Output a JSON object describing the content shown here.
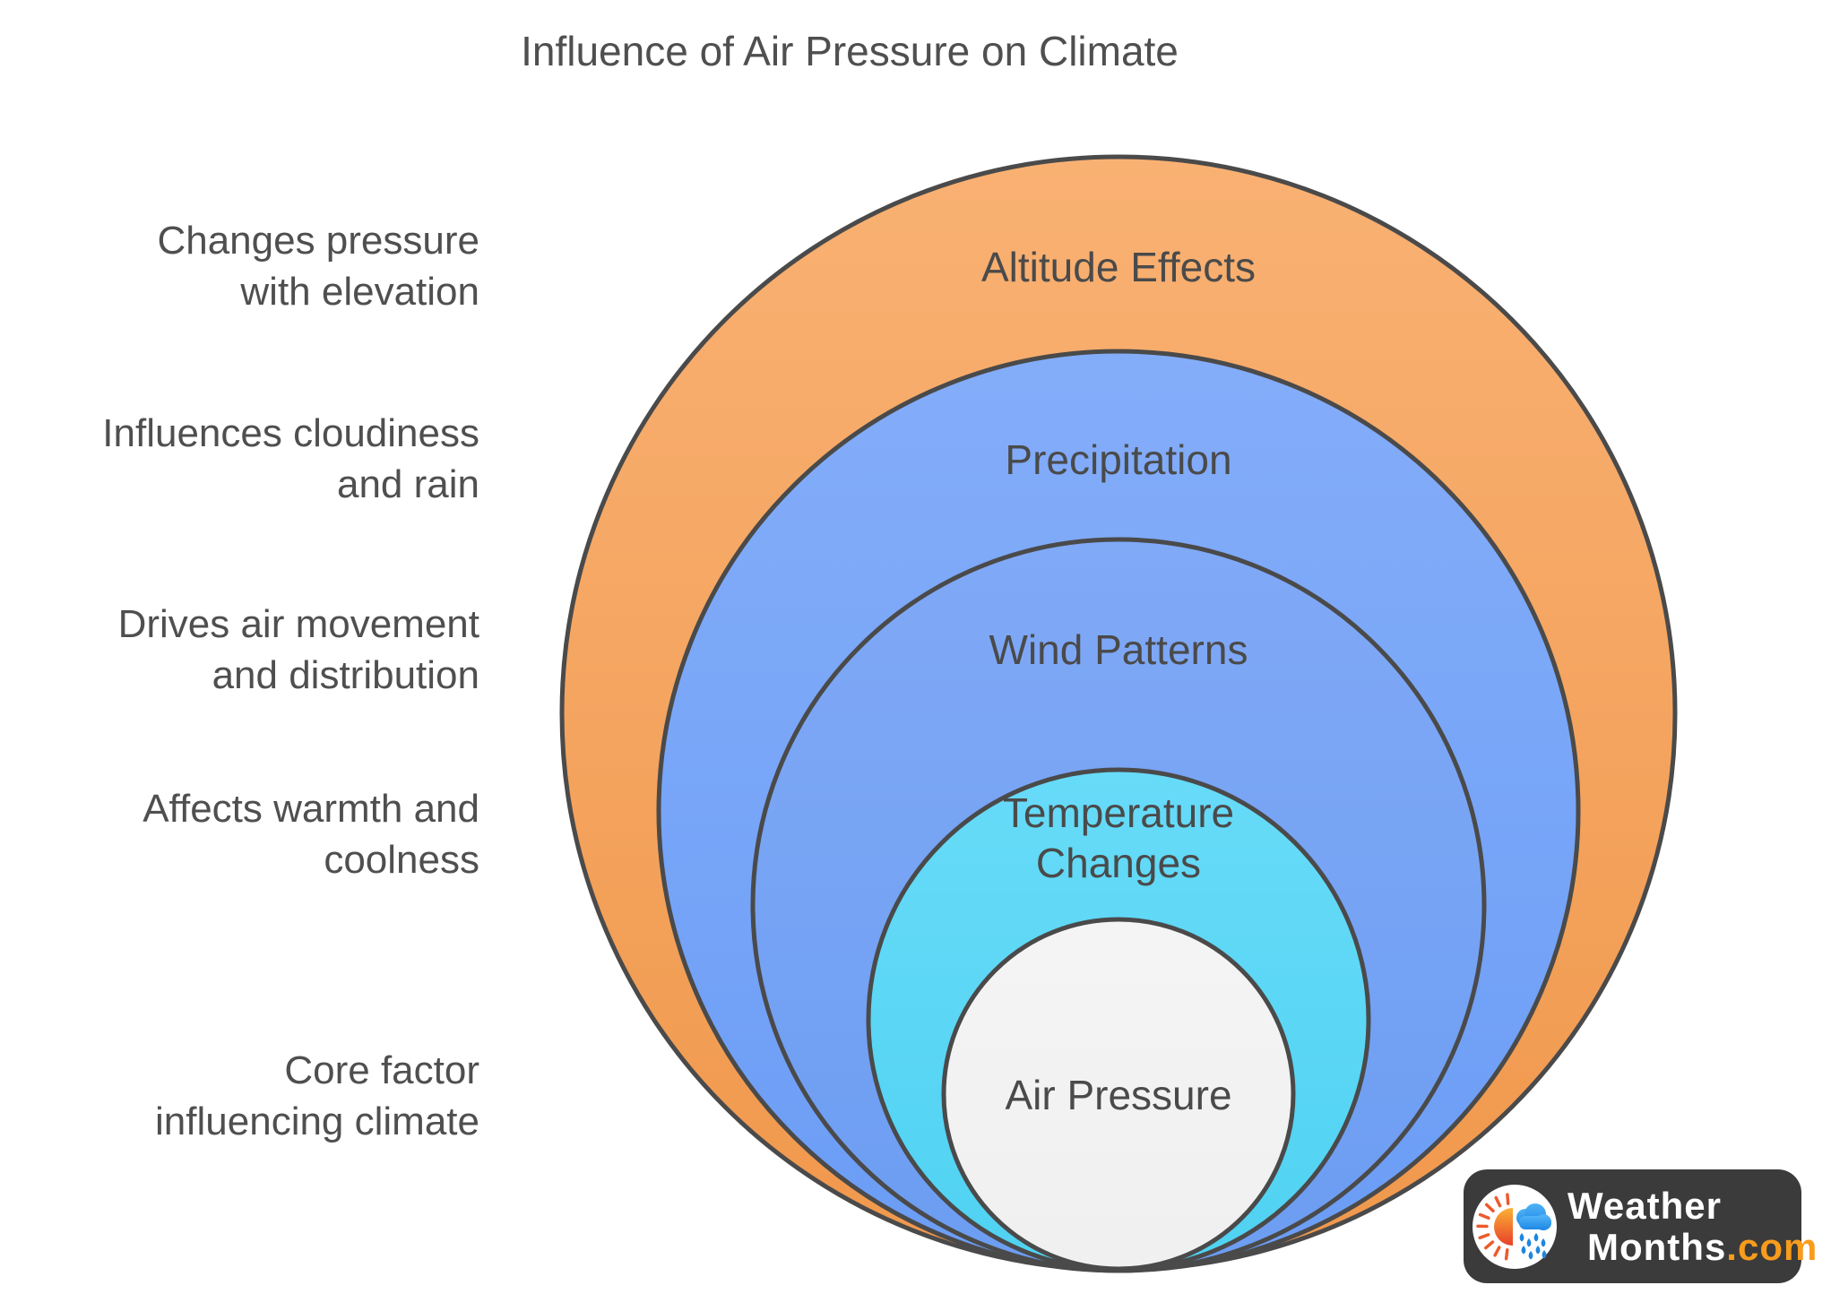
{
  "title": "Influence of Air Pressure on Climate",
  "colors": {
    "background": "#FFFFFF",
    "outline": "#4A4A4A",
    "text": "#4F4F4F",
    "label_text": "#4A4A4A"
  },
  "levels": [
    {
      "name": [
        "Altitude Effects"
      ],
      "note": [
        "Changes pressure",
        "with elevation"
      ],
      "fill_top": "#F9B173",
      "fill_bottom": "#F0984C"
    },
    {
      "name": [
        "Precipitation"
      ],
      "note": [
        "Influences cloudiness",
        "and rain"
      ],
      "fill_top": "#84ADF9",
      "fill_bottom": "#6B9DF6"
    },
    {
      "name": [
        "Wind Patterns"
      ],
      "note": [
        "Drives air movement",
        "and distribution"
      ],
      "fill_top": "#80A9F6",
      "fill_bottom": "#6C9DF2"
    },
    {
      "name": [
        "Temperature",
        "Changes"
      ],
      "note": [
        "Affects warmth and",
        "coolness"
      ],
      "fill_top": "#67DBF8",
      "fill_bottom": "#50D2F2"
    },
    {
      "name": [
        "Air Pressure"
      ],
      "note": [
        "Core factor",
        "influencing climate"
      ],
      "fill_top": "#F4F4F4",
      "fill_bottom": "#F0F0F0"
    }
  ],
  "logo": {
    "line1": "Weather",
    "line2": "Months",
    "suffix": ".com",
    "bg": "#3B3B3B",
    "text_color": "#FFFFFF",
    "suffix_color": "#F89C1C",
    "icon": {
      "name": "sun-rain-icon",
      "sun_top": "#FBB034",
      "sun_bottom": "#E8402A",
      "ray": "#ED5A2D",
      "cloud_top": "#4FB3F6",
      "cloud_bottom": "#1E88E5",
      "drop": "#1D86E0"
    }
  }
}
